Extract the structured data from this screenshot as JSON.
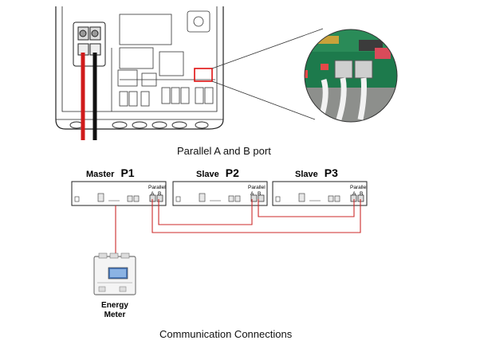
{
  "captions": {
    "top": "Parallel A and B port",
    "bottom": "Communication Connections"
  },
  "units": [
    {
      "role": "Master",
      "id": "P1"
    },
    {
      "role": "Slave",
      "id": "P2"
    },
    {
      "role": "Slave",
      "id": "P3"
    }
  ],
  "port_labels": {
    "parallel": "Parallel",
    "a": "A",
    "b": "B"
  },
  "meter": {
    "line1": "Energy",
    "line2": "Meter"
  },
  "colors": {
    "cable": "#cc2a2a",
    "highlight": "#e01010",
    "outline": "#222222",
    "board_green": "#1d7a4c"
  }
}
